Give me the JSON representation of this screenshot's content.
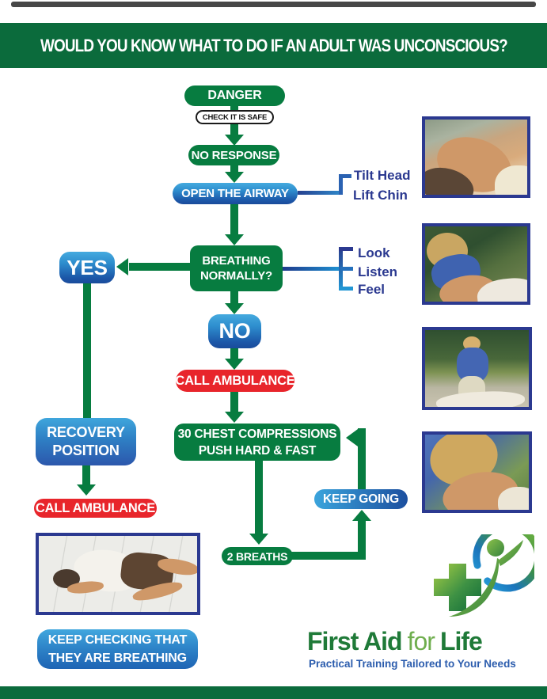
{
  "header": {
    "title": "WOULD YOU KNOW WHAT TO DO IF AN ADULT WAS UNCONSCIOUS?"
  },
  "flow": {
    "danger": "DANGER",
    "check_safe": "CHECK IT IS SAFE",
    "no_response": "NO RESPONSE",
    "open_airway": "OPEN THE AIRWAY",
    "airway_notes": {
      "line1": "Tilt Head",
      "line2": "Lift Chin"
    },
    "breathing": {
      "line1": "BREATHING",
      "line2": "NORMALLY?"
    },
    "breathing_notes": {
      "item1": "Look",
      "item2": "Listen",
      "item3": "Feel"
    },
    "yes": "YES",
    "no": "NO",
    "call_ambulance": "CALL AMBULANCE",
    "recovery": {
      "line1": "RECOVERY",
      "line2": "POSITION"
    },
    "call_ambulance_left": "CALL AMBULANCE",
    "compressions": {
      "line1": "30 CHEST COMPRESSIONS",
      "line2": "PUSH HARD & FAST"
    },
    "keep_going": "KEEP GOING",
    "two_breaths": "2 BREATHS",
    "keep_checking": {
      "line1": "KEEP CHECKING THAT",
      "line2": "THEY ARE BREATHING"
    }
  },
  "photos": [
    {
      "name": "head-tilt-photo",
      "alt": "Close-up of hands tilting an adult's head back and lifting the chin"
    },
    {
      "name": "check-breathing-photo",
      "alt": "Rescuer leaning close over casualty to look, listen and feel for breathing"
    },
    {
      "name": "chest-compressions-photo",
      "alt": "Rescuer kneeling and giving chest compressions in a garden"
    },
    {
      "name": "rescue-breaths-photo",
      "alt": "Close-up of rescuer giving rescue breaths"
    },
    {
      "name": "recovery-position-photo",
      "alt": "Man lying in the recovery position on a tiled floor"
    }
  ],
  "logo": {
    "brand_first": "First Aid",
    "brand_for": "for",
    "brand_life": "Life",
    "tagline": "Practical Training Tailored to Your Needs"
  },
  "colors": {
    "green_box": "#077C40",
    "green_band": "#0B6B3C",
    "blue_light": "#3BA4DC",
    "blue_dark": "#1C4F9F",
    "red": "#E8252B",
    "navy_text": "#2B3990"
  }
}
